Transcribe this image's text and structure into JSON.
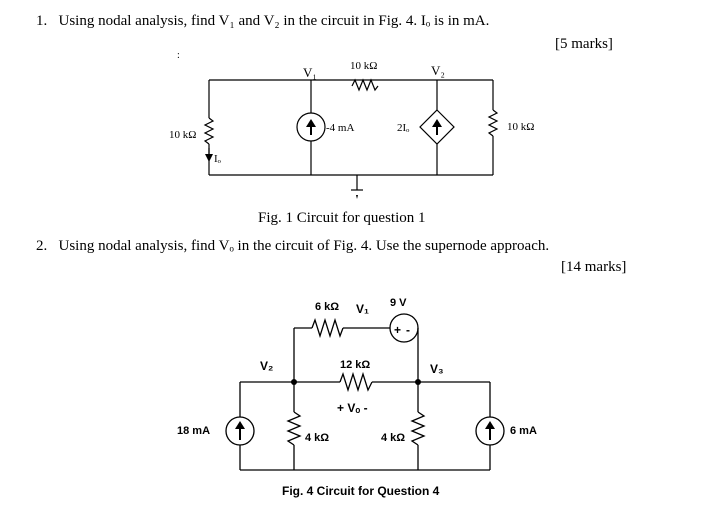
{
  "q1": {
    "number": "1.",
    "text": "Using nodal analysis, find V₁ and V₂ in the circuit in Fig. 4. Iₒ is in mA.",
    "marks": "[5 marks]",
    "caption": "Fig. 1 Circuit for question 1",
    "labels": {
      "node1": "V₁",
      "node2": "V₂",
      "r_top": "10 kΩ",
      "r_left": "10 kΩ",
      "r_right": "10 kΩ",
      "cur_src": "-4 mA",
      "dep_src": "2Iₒ",
      "io": "Iₒ"
    }
  },
  "q2": {
    "number": "2.",
    "text": "Using nodal analysis, find Vₒ in the circuit of Fig. 4. Use the supernode approach.",
    "marks": "[14 marks]",
    "caption": "Fig. 4 Circuit for Question 4",
    "labels": {
      "r6k": "6 kΩ",
      "v1": "V₁",
      "v9": "9 V",
      "v2": "V₂",
      "r12k": "12 kΩ",
      "v3": "V₃",
      "vo": "+ Vₒ -",
      "src18": "18 mA",
      "r4k_left": "4 kΩ",
      "r4k_right": "4 kΩ",
      "src6": "6 mA",
      "plus": "+",
      "minus": "-"
    }
  }
}
